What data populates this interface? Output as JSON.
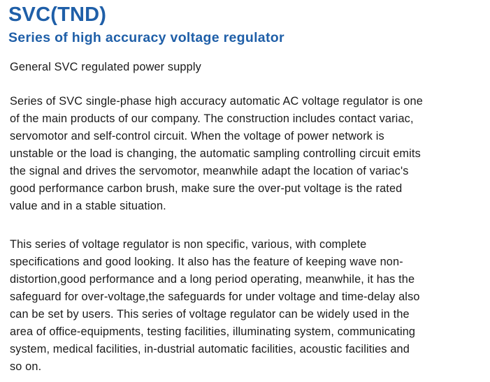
{
  "document": {
    "title": "SVC(TND)",
    "subtitle": "Series of high accuracy voltage regulator",
    "intro": "General SVC regulated power supply",
    "paragraph1_lines": [
      "Series of SVC single-phase high accuracy automatic AC voltage regulator is one",
      "of the main products of our company. The construction includes contact variac,",
      "servomotor and self-control circuit. When the voltage of power network is",
      "unstable or the load is changing, the automatic sampling controlling circuit emits",
      "the signal and drives the servomotor, meanwhile adapt the location of variac's",
      "good performance carbon brush, make sure the over-put voltage is the rated",
      "value and in a stable situation."
    ],
    "paragraph2_lines": [
      "This series of voltage regulator is non specific, various, with complete",
      "specifications and good looking. It also has the feature of keeping wave non-",
      "distortion,good performance and a long period operating, meanwhile, it has the",
      "safeguard for over-voltage,the safeguards for under voltage and time-delay also",
      "can be set by users. This series of voltage regulator can be widely used in the",
      "area of office-equipments, testing facilities, illuminating system, communicating",
      "system, medical facilities, in-dustrial automatic facilities, acoustic facilities and",
      "so on."
    ]
  },
  "colors": {
    "heading": "#1f5fa8",
    "text": "#1a1a1a",
    "background": "#ffffff"
  }
}
